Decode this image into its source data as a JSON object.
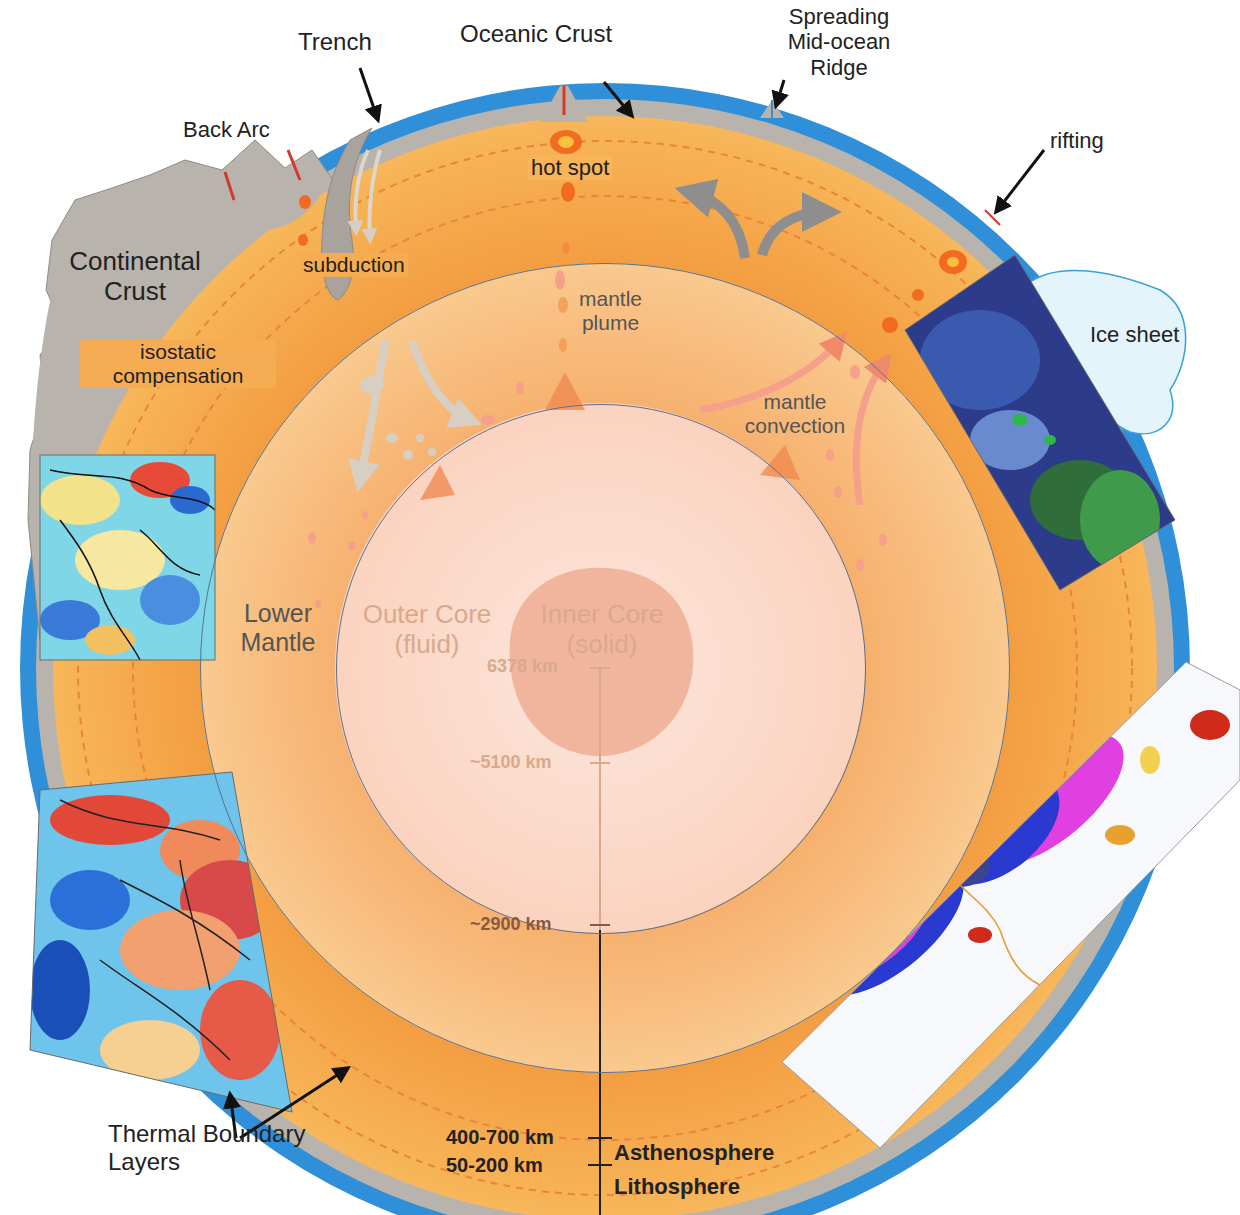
{
  "diagram": {
    "nodes": [
      {
        "text": [
          "Lower Mantle"
        ]
      },
      {
        "text": [
          "Outer Core (fluid)"
        ],
        "in": 0
      },
      {
        "text": [
          "Inner Core (solid)"
        ],
        "in": 1
      }
    ],
    "labels": [
      "Trench",
      "Oceanic Crust",
      "Spreading Mid-ocean Ridge",
      "Back Arc",
      "rifting",
      "hot spot",
      "Continental Crust",
      "subduction",
      "mantle plume",
      "Ice sheet",
      "isostatic compensation",
      "mantle convection",
      "6378 km",
      "~5100 km",
      "~2900 km",
      "Thermal Boundary Layers",
      "400-700 km",
      "Asthenosphere",
      "50-200 km",
      "Lithosphere"
    ]
  }
}
